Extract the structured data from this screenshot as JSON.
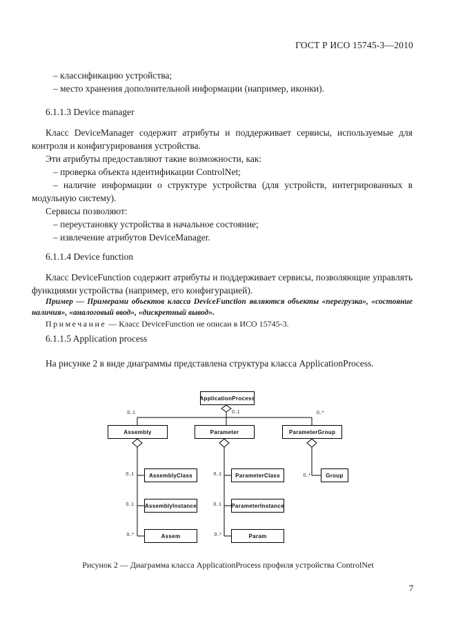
{
  "doc": {
    "header": "ГОСТ Р ИСО 15745-3—2010",
    "intro_list": [
      "– классификацию устройства;",
      "– место хранения дополнительной информации (например, иконки)."
    ],
    "heading_6113": "6.1.1.3 Device manager",
    "para_dm_1": "Класс DeviceManager содержит атрибуты и поддерживает сервисы, используемые для контроля и конфигурирования устройства.",
    "para_dm_2": "Эти атрибуты предоставляют такие возможности, как:",
    "dm_attr_list": [
      "– проверка объекта идентификации ControlNet;",
      "– наличие информации о структуре устройства (для устройств, интегрированных в модульную систему)."
    ],
    "para_dm_3": "Сервисы позволяют:",
    "dm_srv_list": [
      "– переустановку устройства в начальное состояние;",
      "– извлечение атрибутов DeviceManager."
    ],
    "heading_6114": "6.1.1.4 Device function",
    "para_df": "Класс DeviceFunction содержит атрибуты и поддерживает сервисы, позволяющие управлять функциями устройства (например, его конфигурацией).",
    "example": "Пример — Примерами объектов класса DeviceFunction являются объекты «перегрузка», «состояние наличия», «аналоговый ввод», «дискретный вывод».",
    "note_label": "Примечание",
    "note_text": " — Класс DeviceFunction не описан в ИСО 15745-3.",
    "heading_6115": "6.1.1.5 Application process",
    "para_fig": "На рисунке 2 в виде диаграммы представлена структура класса ApplicationProcess.",
    "figure_caption": "Рисунок 2 — Диаграмма класса ApplicationProcess профиля устройства ControlNet",
    "page_number": "7"
  },
  "diagram": {
    "app": "ApplicationProcess",
    "assembly": "Assembly",
    "parameter": "Parameter",
    "parameter_group": "ParameterGroup",
    "assembly_class": "AssemblyClass",
    "assembly_instance": "AssemblyInstance",
    "assem": "Assem",
    "parameter_class": "ParameterClass",
    "parameter_instance": "ParameterInstance",
    "param": "Param",
    "group": "Group",
    "mult": {
      "top_left": "0..1",
      "top_mid": "0..1",
      "top_right": "0..*",
      "a1": "0..1",
      "a2": "0..1",
      "a3": "0..*",
      "p1": "0..1",
      "p2": "0..1",
      "p3": "0..*",
      "g1": "0..*"
    }
  }
}
